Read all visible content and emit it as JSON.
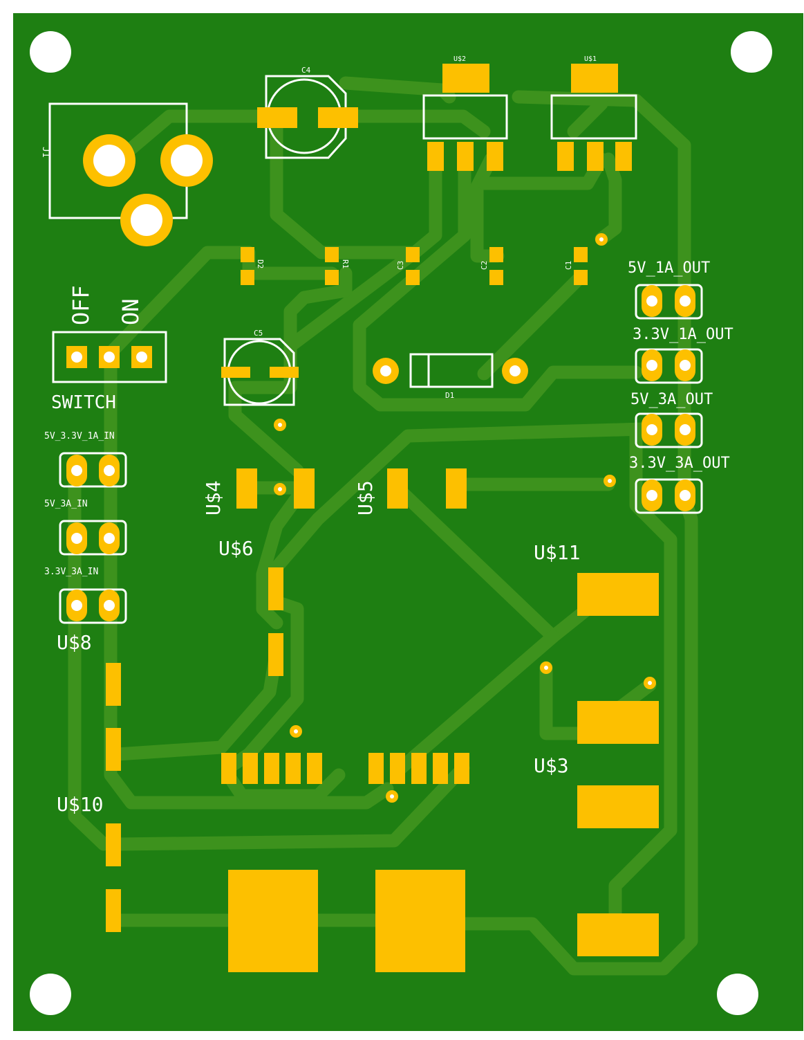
{
  "board": {
    "colors": {
      "background": "#ffffff",
      "board": "#1e7f12",
      "trace": "#3d921d",
      "pad": "#fdc000",
      "hole": "#ffffff",
      "silkscreen": "#ffffff"
    }
  },
  "labels": {
    "j1": "J1",
    "switch_off": "OFF",
    "switch_on": "ON",
    "switch": "SWITCH",
    "in_5v_3v3_1a": "5V_3.3V_1A_IN",
    "in_5v_3a": "5V_3A_IN",
    "in_3v3_3a": "3.3V_3A_IN",
    "out_5v_1a": "5V_1A_OUT",
    "out_3v3_1a": "3.3V_1A_OUT",
    "out_5v_3a": "5V_3A_OUT",
    "out_3v3_3a": "3.3V_3A_OUT",
    "c4": "C4",
    "c5": "C5",
    "u2": "U$2",
    "u1": "U$1",
    "d2": "D2",
    "r1": "R1",
    "c3": "C3",
    "c2": "C2",
    "c1": "C1",
    "d1": "D1",
    "u4": "U$4",
    "u5": "U$5",
    "u6": "U$6",
    "u8": "U$8",
    "u10": "U$10",
    "u11": "U$11",
    "u3": "U$3"
  }
}
